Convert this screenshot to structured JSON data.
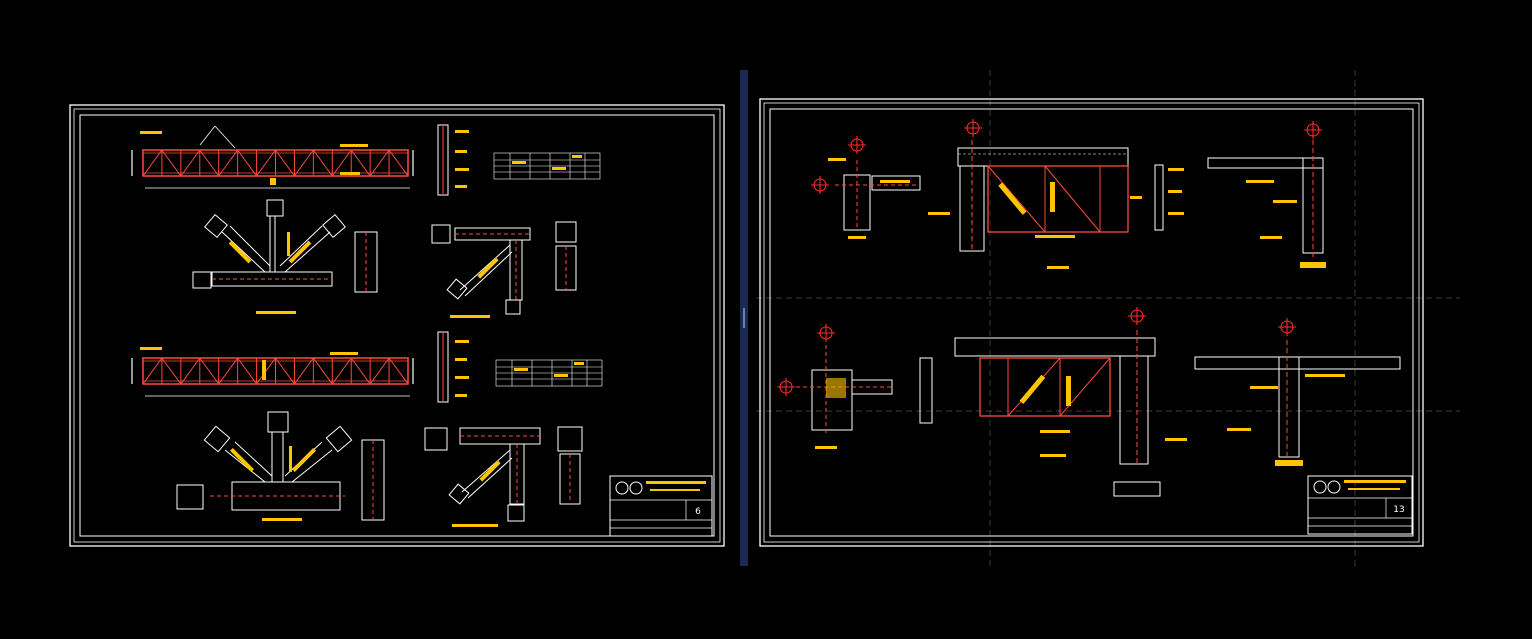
{
  "sheets": [
    {
      "id": "left",
      "sheet_number": "6"
    },
    {
      "id": "right",
      "sheet_number": "13"
    }
  ],
  "colors": {
    "background": "#000000",
    "frame": "#ffffff",
    "member": "#ff4a3d",
    "annotation": "#ffc400",
    "grid_bubble": "#ff2a2a",
    "guide": "#3a3a3a",
    "split_bar": "#1a2a55"
  },
  "icons": {
    "grid_marker": "circle-with-crosshair",
    "title_block_logo": "double-circle-logo"
  }
}
